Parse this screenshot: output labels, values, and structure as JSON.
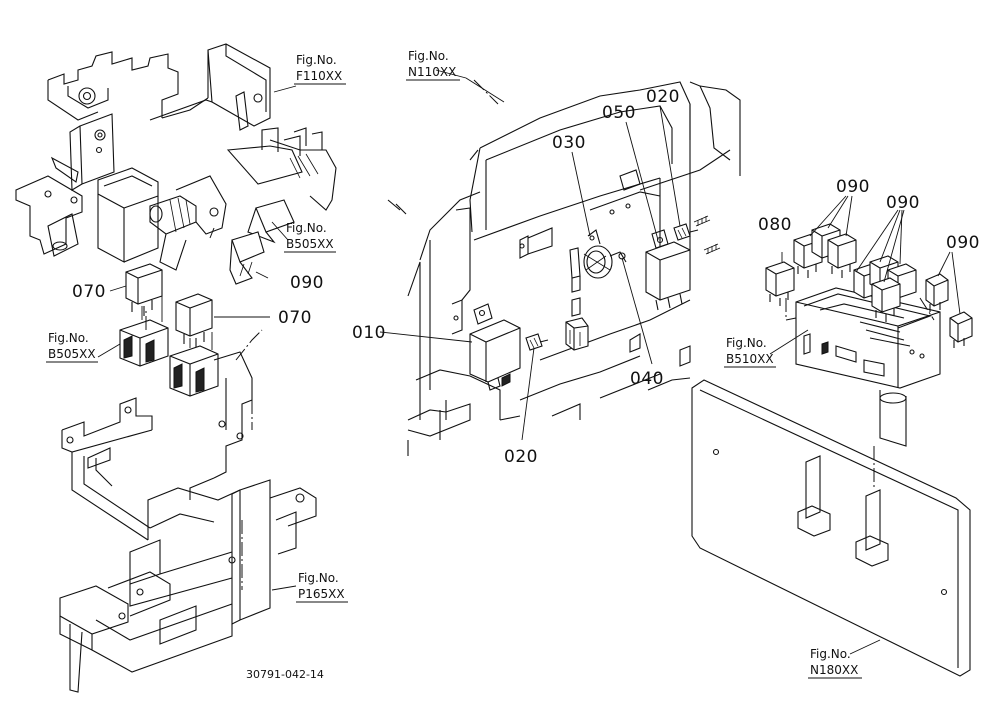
{
  "diagram": {
    "drawing_number": "30791-042-14",
    "part_callouts": {
      "p010": "010",
      "p020a": "020",
      "p020b": "020",
      "p030": "030",
      "p040": "040",
      "p050": "050",
      "p070a": "070",
      "p070b": "070",
      "p080": "080",
      "p090a": "090",
      "p090b": "090",
      "p090c": "090",
      "p090d": "090"
    },
    "figure_refs": {
      "f110": {
        "label": "Fig.No.",
        "code": "F110XX"
      },
      "b505a": {
        "label": "Fig.No.",
        "code": "B505XX"
      },
      "b505b": {
        "label": "Fig.No.",
        "code": "B505XX"
      },
      "p165": {
        "label": "Fig.No.",
        "code": "P165XX"
      },
      "n110": {
        "label": "Fig.No.",
        "code": "N110XX"
      },
      "b510": {
        "label": "Fig.No.",
        "code": "B510XX"
      },
      "n180": {
        "label": "Fig.No.",
        "code": "N180XX"
      }
    }
  }
}
